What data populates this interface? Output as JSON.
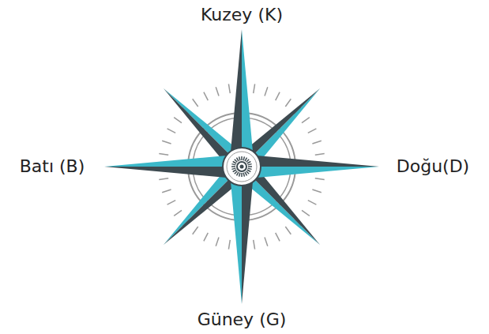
{
  "diagram": {
    "labels": [
      "Kuzey (K)",
      "Batı (B)",
      "Doğu(D)",
      "Güney (G)"
    ]
  }
}
